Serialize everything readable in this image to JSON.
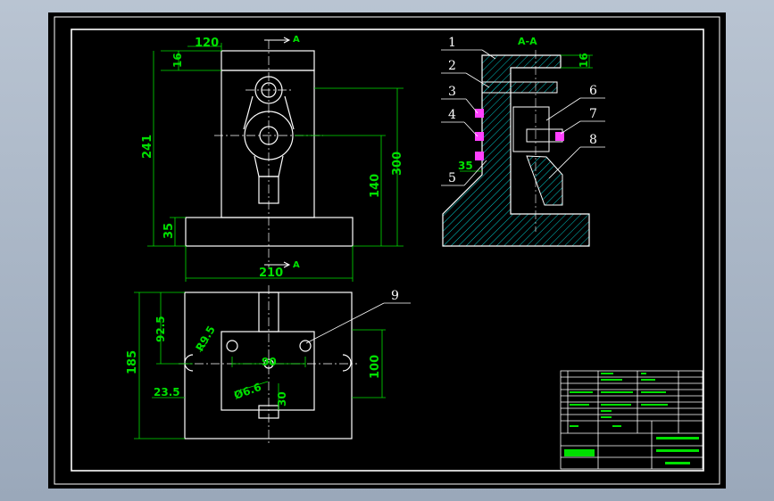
{
  "section_title": "A-A",
  "section_marks": [
    "A",
    "A"
  ],
  "dimensions": {
    "front_width_top": "120",
    "front_top_thickness": "16",
    "front_height": "241",
    "front_base_height": "35",
    "front_center_height": "140",
    "front_right_height": "300",
    "front_base_width": "210",
    "section_top_thickness": "16",
    "section_wall": "35",
    "top_view_half": "92.5",
    "top_view_radius": "R9.5",
    "top_view_height": "185",
    "top_view_offset": "23.5",
    "top_view_hole_spacing": "90",
    "top_view_hole_dia": "Ø6.6",
    "top_view_slot": "30",
    "top_view_right": "100"
  },
  "part_labels": [
    "1",
    "2",
    "3",
    "4",
    "5",
    "6",
    "7",
    "8",
    "9"
  ],
  "colors": {
    "outline": "#ffffff",
    "dimension": "#00e000",
    "hatch": "#00c8c8",
    "centerline": "#ffffff",
    "highlight": "#ff40ff",
    "background": "#000000"
  }
}
